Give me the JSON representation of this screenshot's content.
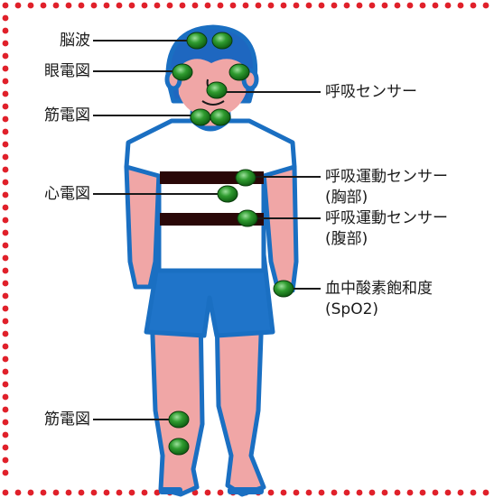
{
  "diagram": {
    "labels_left": {
      "eeg": "脳波",
      "eog": "眼電図",
      "emg_chin": "筋電図",
      "ecg": "心電図",
      "emg_leg": "筋電図"
    },
    "labels_right": {
      "airflow": "呼吸センサー",
      "chest_effort_line1": "呼吸運動センサー",
      "chest_effort_line2": "(胸部)",
      "abdomen_effort_line1": "呼吸運動センサー",
      "abdomen_effort_line2": "(腹部)",
      "spo2_line1": "血中酸素飽和度",
      "spo2_line2": "(SpO2)"
    },
    "colors": {
      "border_dots": "#e0202a",
      "skin": "#f0a6a6",
      "body_outline": "#1a6fc2",
      "shorts": "#1f74c9",
      "hair": "#1e67c0",
      "shirt": "#ffffff",
      "belt": "#2a0808",
      "electrode": "#2f9b2f"
    }
  }
}
